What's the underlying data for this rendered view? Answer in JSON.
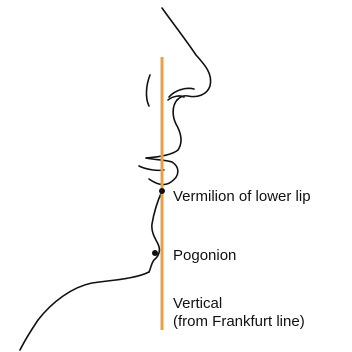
{
  "labels": {
    "vermilion": "Vermilion of lower lip",
    "pogonion": "Pogonion",
    "vertical_line1": "Vertical",
    "vertical_line2": "(from Frankfurt line)"
  },
  "colors": {
    "vertical_line": "#E8A04A",
    "profile_stroke": "#111111"
  }
}
